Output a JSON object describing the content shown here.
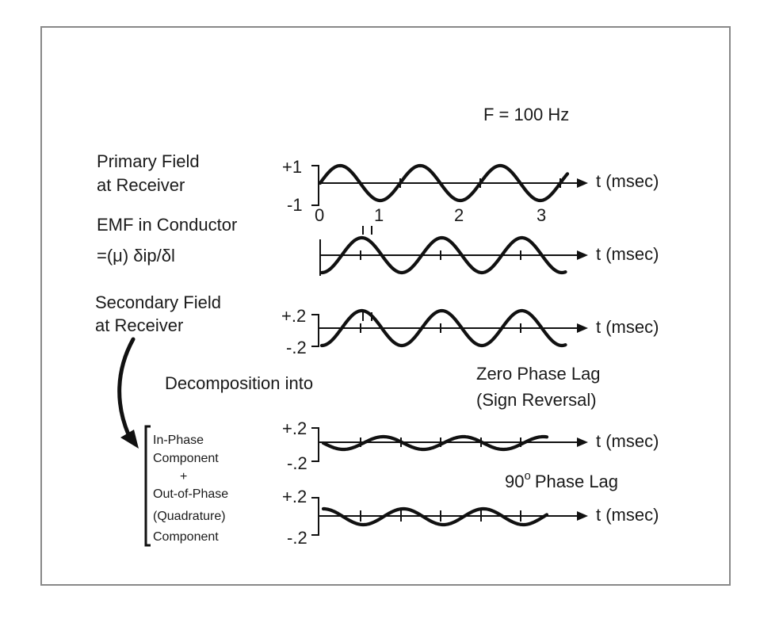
{
  "frequency_label": "F = 100 Hz",
  "panels": {
    "primary": {
      "title_line1": "Primary Field",
      "title_line2": "at Receiver",
      "y_top": "+1",
      "y_bottom": "-1",
      "x_ticks": [
        "0",
        "1",
        "2",
        "3"
      ],
      "axis_label": "t (msec)"
    },
    "emf": {
      "title_line1": "EMF in Conductor",
      "title_line2": "=(μ) δip/δl",
      "axis_label": "t (msec)"
    },
    "secondary": {
      "title_line1": "Secondary Field",
      "title_line2": "at Receiver",
      "y_top": "+.2",
      "y_bottom": "-.2",
      "axis_label": "t (msec)"
    }
  },
  "decomposition_label": "Decomposition into",
  "zero_phase": {
    "line1": "Zero Phase Lag",
    "line2": "(Sign Reversal)"
  },
  "ninety_phase": {
    "label": "90",
    "degree": "o",
    "suffix": "Phase Lag"
  },
  "bracket_text": {
    "line1": "In-Phase",
    "line2": "Component",
    "plus": "+",
    "line3": "Out-of-Phase",
    "line4": "(Quadrature)",
    "line5": "Component"
  },
  "in_phase": {
    "y_top": "+.2",
    "y_bottom": "-.2",
    "axis_label": "t (msec)"
  },
  "quadrature": {
    "y_top": "+.2",
    "y_bottom": "-.2",
    "axis_label": "t (msec)"
  }
}
